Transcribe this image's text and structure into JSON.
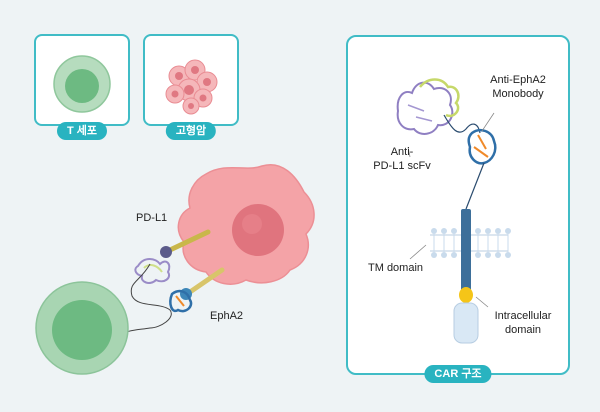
{
  "legend": {
    "t_cell_label": "T 세포",
    "tumor_label": "고형암"
  },
  "scene": {
    "pd_l1_label": "PD-L1",
    "epha2_label": "EphA2"
  },
  "car_structure": {
    "title": "CAR 구조",
    "anti_pd_l1_label": "Anti-\nPD-L1 scFv",
    "anti_epha2_label": "Anti-EphA2\nMonobody",
    "tm_domain_label": "TM domain",
    "intracellular_label": "Intracellular\ndomain"
  },
  "colors": {
    "accent": "#29b3c0",
    "t_cell_outer": "#a8d5b2",
    "t_cell_inner": "#6dba82",
    "tumor": "#f2a0a4",
    "tumor_nucleus": "#e0747e",
    "pd_l1_stalk": "#c9b74a",
    "epha2_stalk": "#d8c56a",
    "tm_helix": "#3d6f9a",
    "intracellular_top": "#f5c518",
    "intracellular_bottom": "#d8e8f5"
  }
}
